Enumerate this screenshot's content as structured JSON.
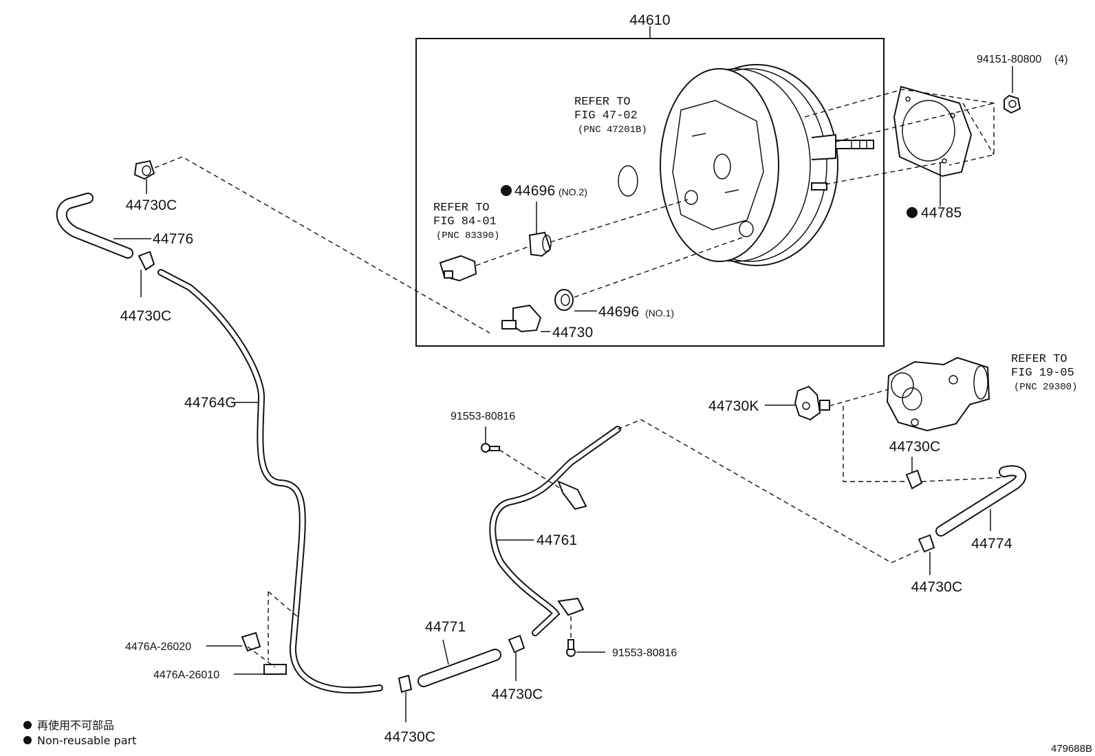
{
  "assembly": {
    "part_no": "44610"
  },
  "callouts": {
    "p94151": "94151-80800",
    "p94151_qty": "(4)",
    "p44785": "44785",
    "p44696_no2": "44696",
    "p44696_no2_qual": "(NO.2)",
    "p44696_no1": "44696",
    "p44696_no1_qual": "(NO.1)",
    "p44730": "44730",
    "p44730c_a": "44730C",
    "p44776": "44776",
    "p44730c_b": "44730C",
    "p44764g": "44764G",
    "p4476a_26020": "4476A-26020",
    "p4476a_26010": "4476A-26010",
    "p44730c_c": "44730C",
    "p44771": "44771",
    "p44730c_d": "44730C",
    "p91553_top": "91553-80816",
    "p44761": "44761",
    "p91553_bottom": "91553-80816",
    "p44730k": "44730K",
    "p44730c_e": "44730C",
    "p44774": "44774",
    "p44730c_f": "44730C"
  },
  "refer_notes": {
    "fig47": {
      "line1": "REFER TO",
      "line2": "FIG 47-02",
      "line3": "(PNC 47201B)"
    },
    "fig84": {
      "line1": "REFER TO",
      "line2": "FIG 84-01",
      "line3": "(PNC 83390)"
    },
    "fig19": {
      "line1": "REFER TO",
      "line2": "FIG 19-05",
      "line3": "(PNC 29300)"
    }
  },
  "legend": {
    "line_jp": "再使用不可部品",
    "line_en": "Non-reusable part"
  },
  "drawing_ref": "479688B",
  "icons": {
    "non_reusable_marker": "filled-circle-icon"
  }
}
